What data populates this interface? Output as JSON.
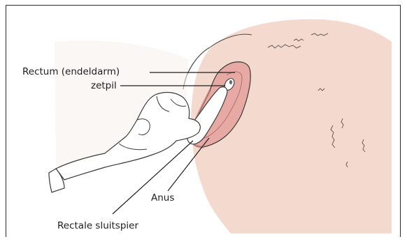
{
  "labels": {
    "rectum": "Rectum (endeldarm)",
    "suppository": "zetpil",
    "anus": "Anus",
    "sphincter": "Rectale sluitspier"
  },
  "colors": {
    "skin": "#f4d9cf",
    "skin_light": "#f9e9e2",
    "glove": "#ffffff",
    "outline": "#3a3a3a",
    "canal": "#e7a9a4",
    "canal_dark": "#d47f7f"
  }
}
